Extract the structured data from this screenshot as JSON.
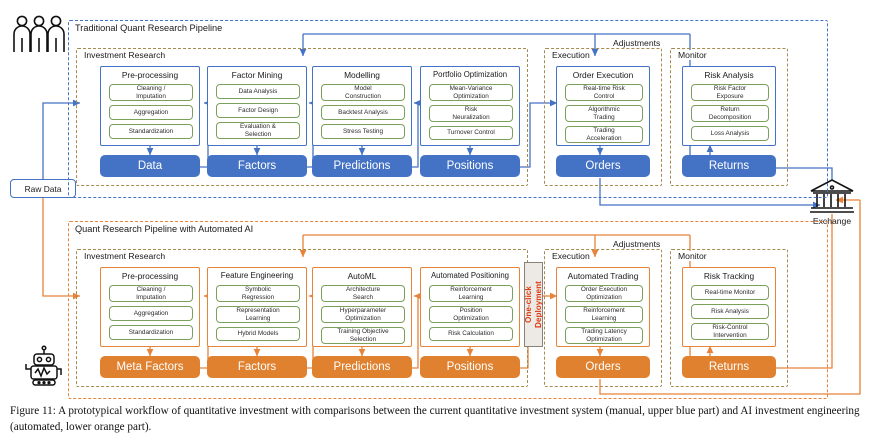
{
  "figure": {
    "caption": "Figure 11: A prototypical workflow of quantitative investment with comparisons between the current quantitative investment system (manual, upper blue part) and AI investment engineering (automated, lower orange part)."
  },
  "colors": {
    "blue": "#4472C4",
    "orange": "#E8833A",
    "pill_blue": "#4472C4",
    "pill_orange": "#E08130",
    "chip_border": "#7BA05B",
    "stage_border": "#A58B4F",
    "deploy_text": "#E03A12"
  },
  "left": {
    "raw_data_label": "Raw Data",
    "humans_icon": "three-people-icon",
    "robot_icon": "robot-icon"
  },
  "right": {
    "exchange_label": "Exchange",
    "exchange_icon": "bank-exchange-icon"
  },
  "pipelines": [
    {
      "id": "traditional",
      "title": "Traditional Quant Research Pipeline",
      "adjustments_label": "Adjustments",
      "stages": [
        {
          "title": "Investment Research",
          "cards": [
            {
              "title": "Pre-processing",
              "chips": [
                "Cleaning /\nImputation",
                "Aggregation",
                "Standardization"
              ],
              "output": "Data"
            },
            {
              "title": "Factor Mining",
              "chips": [
                "Data Analysis",
                "Factor Design",
                "Evaluation &\nSelection"
              ],
              "output": "Factors"
            },
            {
              "title": "Modelling",
              "chips": [
                "Model\nConstruction",
                "Backtest Analysis",
                "Stress Testing"
              ],
              "output": "Predictions"
            },
            {
              "title": "Portfolio Optimization",
              "chips": [
                "Mean-Variance\nOptimization",
                "Risk\nNeuralization",
                "Turnover Control"
              ],
              "output": "Positions"
            }
          ]
        },
        {
          "title": "Execution",
          "cards": [
            {
              "title": "Order Execution",
              "chips": [
                "Real-time Risk\nControl",
                "Algorithmic\nTrading",
                "Trading\nAcceleration"
              ],
              "output": "Orders"
            }
          ]
        },
        {
          "title": "Monitor",
          "cards": [
            {
              "title": "Risk Analysis",
              "chips": [
                "Risk Factor\nExposure",
                "Return\nDecomposition",
                "Loss Analysis"
              ],
              "output": "Returns"
            }
          ]
        }
      ]
    },
    {
      "id": "automated",
      "title": "Quant Research Pipeline with Automated AI",
      "adjustments_label": "Adjustments",
      "deployment_label_line1": "One-click",
      "deployment_label_line2": "Deployment",
      "stages": [
        {
          "title": "Investment Research",
          "cards": [
            {
              "title": "Pre-processing",
              "chips": [
                "Cleaning /\nImputation",
                "Aggregation",
                "Standardization"
              ],
              "output": "Meta Factors"
            },
            {
              "title": "Feature Engineering",
              "chips": [
                "Symbolic\nRegression",
                "Representation\nLearning",
                "Hybrid Models"
              ],
              "output": "Factors"
            },
            {
              "title": "AutoML",
              "chips": [
                "Architecture\nSearch",
                "Hyperparameter\nOptimization",
                "Training Objective\nSelection"
              ],
              "output": "Predictions"
            },
            {
              "title": "Automated Positioning",
              "chips": [
                "Reinforcement\nLearning",
                "Position\nOptimization",
                "Risk Calculation"
              ],
              "output": "Positions"
            }
          ]
        },
        {
          "title": "Execution",
          "cards": [
            {
              "title": "Automated Trading",
              "chips": [
                "Order Execution\nOptimization",
                "Reinforcement\nLearning",
                "Trading Latency\nOptimization"
              ],
              "output": "Orders"
            }
          ]
        },
        {
          "title": "Monitor",
          "cards": [
            {
              "title": "Risk Tracking",
              "chips": [
                "Real-time Monitor",
                "Risk Analysis",
                "Risk-Control\nIntervention"
              ],
              "output": "Returns"
            }
          ]
        }
      ]
    }
  ]
}
